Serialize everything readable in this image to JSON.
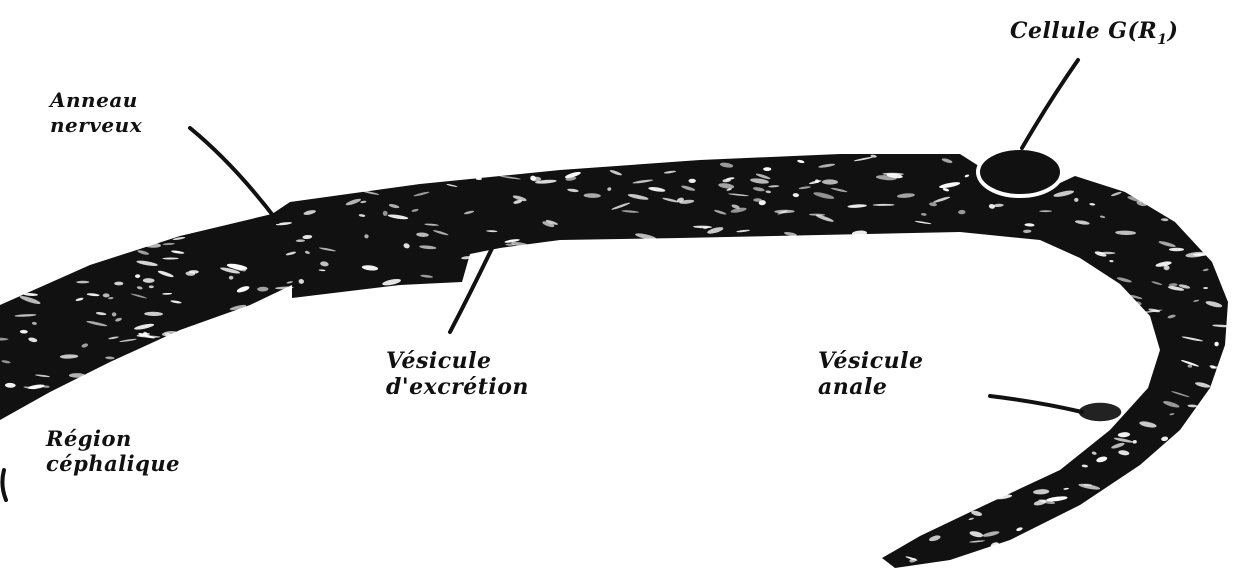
{
  "labels": {
    "anneau_nerveux": [
      "Anneau",
      "nerveux"
    ],
    "cellule": {
      "main": "Cellule G(R",
      "sub": "1",
      "close": ")"
    },
    "vesicule_excretion": [
      "Vésicule",
      "d'excrétion"
    ],
    "vesicule_anale": [
      "Vésicule",
      "anale"
    ],
    "region_cephalique": [
      "Région",
      "céphalique"
    ]
  },
  "colors": {
    "body": "#111111",
    "speckle": "#ffffff",
    "background": "#ffffff"
  }
}
